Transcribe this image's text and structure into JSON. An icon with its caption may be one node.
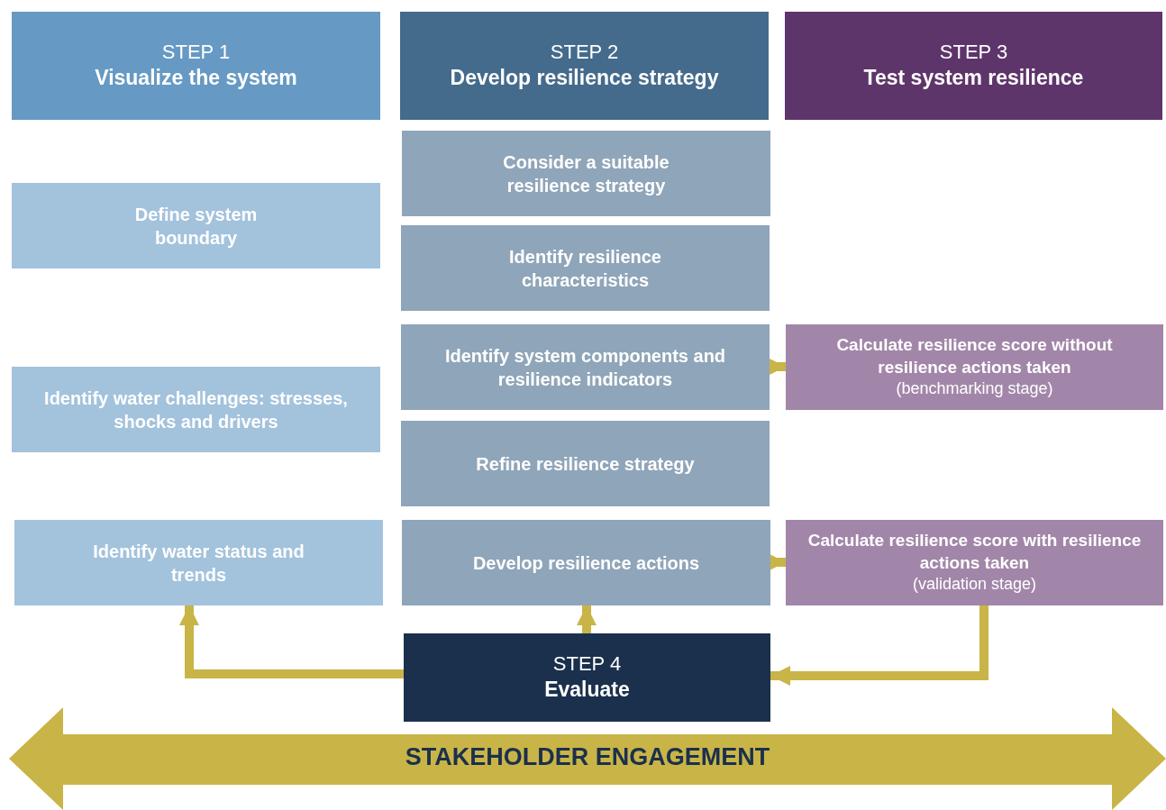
{
  "diagram": {
    "nodes": [
      {
        "text": [
          "STEP 1",
          "Visualize the system"
        ]
      },
      {
        "text": [
          "STEP 2",
          "Develop resilience strategy"
        ]
      },
      {
        "text": [
          "STEP 3",
          "Test system resilience"
        ]
      },
      {
        "text": [
          "Consider a suitable resilience strategy"
        ]
      },
      {
        "text": [
          "Define system boundary"
        ]
      },
      {
        "text": [
          "Identify resilience characteristics"
        ]
      },
      {
        "text": [
          "Identify system components and resilience indicators"
        ]
      },
      {
        "text": [
          "Calculate resilience score without resilience actions taken",
          "(benchmarking stage)"
        ]
      },
      {
        "text": [
          "Identify water challenges: stresses, shocks and drivers"
        ]
      },
      {
        "text": [
          "Refine resilience strategy"
        ]
      },
      {
        "text": [
          "Identify water status and trends"
        ]
      },
      {
        "text": [
          "Develop resilience actions"
        ]
      },
      {
        "text": [
          "Calculate resilience score with resilience actions taken",
          "(validation stage)"
        ]
      },
      {
        "text": [
          "STEP 4",
          "Evaluate"
        ]
      },
      {
        "text": [
          "STAKEHOLDER ENGAGEMENT"
        ]
      }
    ],
    "edges": [
      {
        "from": 6,
        "to": 7,
        "arrow": "to"
      },
      {
        "from": 11,
        "to": 12,
        "arrow": "to"
      },
      {
        "from": 13,
        "to": 10,
        "arrow": "to"
      },
      {
        "from": 13,
        "to": 11,
        "arrow": "to"
      },
      {
        "from": 12,
        "to": 13,
        "arrow": "to"
      }
    ]
  }
}
